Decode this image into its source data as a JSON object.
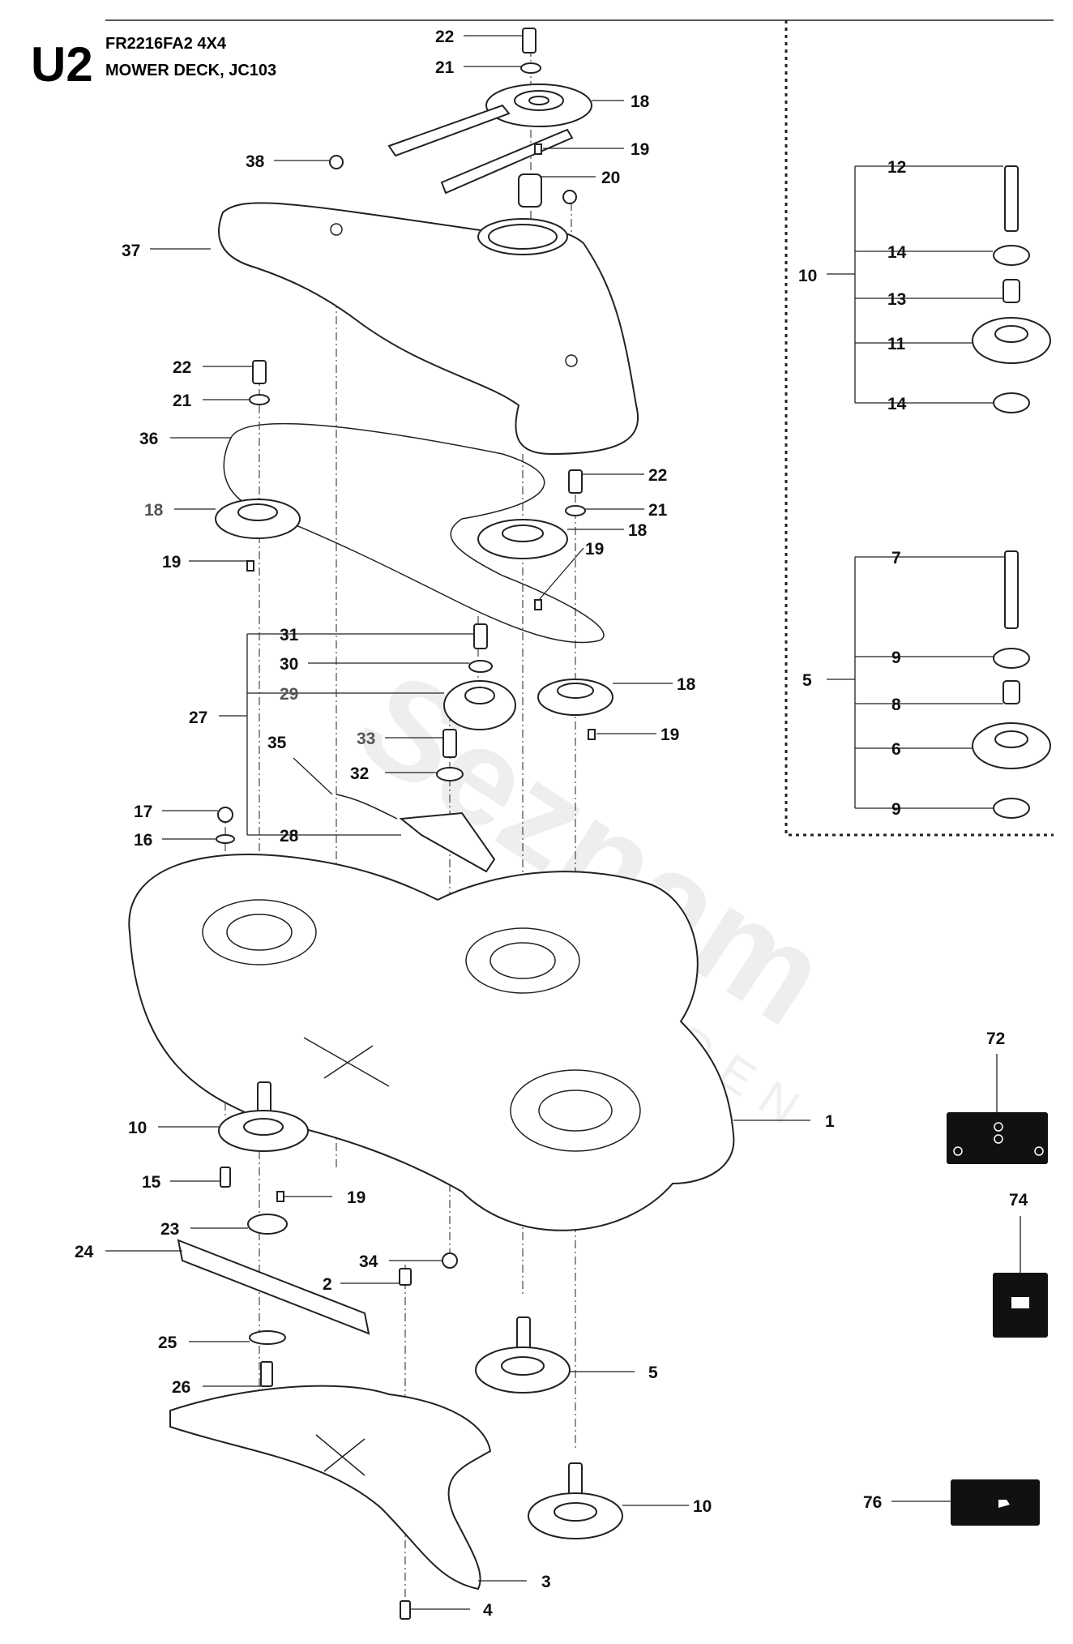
{
  "header": {
    "code": "U2",
    "model": "FR2216FA2 4X4",
    "title": "MOWER DECK, JC103"
  },
  "watermark": {
    "brand": "Seznam",
    "sub": "GARDEN"
  },
  "callouts": [
    {
      "id": "c-22-top",
      "text": "22"
    },
    {
      "id": "c-21-top",
      "text": "21"
    },
    {
      "id": "c-18-top",
      "text": "18"
    },
    {
      "id": "c-19-top",
      "text": "19"
    },
    {
      "id": "c-20",
      "text": "20"
    },
    {
      "id": "c-38",
      "text": "38"
    },
    {
      "id": "c-37",
      "text": "37"
    },
    {
      "id": "c-22-left",
      "text": "22"
    },
    {
      "id": "c-21-left",
      "text": "21"
    },
    {
      "id": "c-36",
      "text": "36"
    },
    {
      "id": "c-22-mid",
      "text": "22"
    },
    {
      "id": "c-21-mid",
      "text": "21"
    },
    {
      "id": "c-18-left",
      "text": "18"
    },
    {
      "id": "c-18-mid",
      "text": "18"
    },
    {
      "id": "c-19-left",
      "text": "19"
    },
    {
      "id": "c-19-mid",
      "text": "19"
    },
    {
      "id": "c-31",
      "text": "31"
    },
    {
      "id": "c-30",
      "text": "30"
    },
    {
      "id": "c-29",
      "text": "29"
    },
    {
      "id": "c-27",
      "text": "27"
    },
    {
      "id": "c-18-right",
      "text": "18"
    },
    {
      "id": "c-35",
      "text": "35"
    },
    {
      "id": "c-33",
      "text": "33"
    },
    {
      "id": "c-19-right",
      "text": "19"
    },
    {
      "id": "c-32",
      "text": "32"
    },
    {
      "id": "c-17",
      "text": "17"
    },
    {
      "id": "c-16",
      "text": "16"
    },
    {
      "id": "c-28",
      "text": "28"
    },
    {
      "id": "c-1",
      "text": "1"
    },
    {
      "id": "c-10-left",
      "text": "10"
    },
    {
      "id": "c-15",
      "text": "15"
    },
    {
      "id": "c-19-low",
      "text": "19"
    },
    {
      "id": "c-23",
      "text": "23"
    },
    {
      "id": "c-24",
      "text": "24"
    },
    {
      "id": "c-34",
      "text": "34"
    },
    {
      "id": "c-2",
      "text": "2"
    },
    {
      "id": "c-25",
      "text": "25"
    },
    {
      "id": "c-5",
      "text": "5"
    },
    {
      "id": "c-26",
      "text": "26"
    },
    {
      "id": "c-10-low",
      "text": "10"
    },
    {
      "id": "c-3",
      "text": "3"
    },
    {
      "id": "c-4",
      "text": "4"
    },
    {
      "id": "c-12",
      "text": "12"
    },
    {
      "id": "c-10-inset",
      "text": "10"
    },
    {
      "id": "c-14-a",
      "text": "14"
    },
    {
      "id": "c-13",
      "text": "13"
    },
    {
      "id": "c-11",
      "text": "11"
    },
    {
      "id": "c-14-b",
      "text": "14"
    },
    {
      "id": "c-7",
      "text": "7"
    },
    {
      "id": "c-5-inset",
      "text": "5"
    },
    {
      "id": "c-9-a",
      "text": "9"
    },
    {
      "id": "c-8",
      "text": "8"
    },
    {
      "id": "c-6",
      "text": "6"
    },
    {
      "id": "c-9-b",
      "text": "9"
    },
    {
      "id": "c-72",
      "text": "72"
    },
    {
      "id": "c-74",
      "text": "74"
    },
    {
      "id": "c-76",
      "text": "76"
    }
  ],
  "icons": {
    "book": "book-icon",
    "tool": "wrench-icon",
    "holes": "mounting-holes-icon"
  }
}
